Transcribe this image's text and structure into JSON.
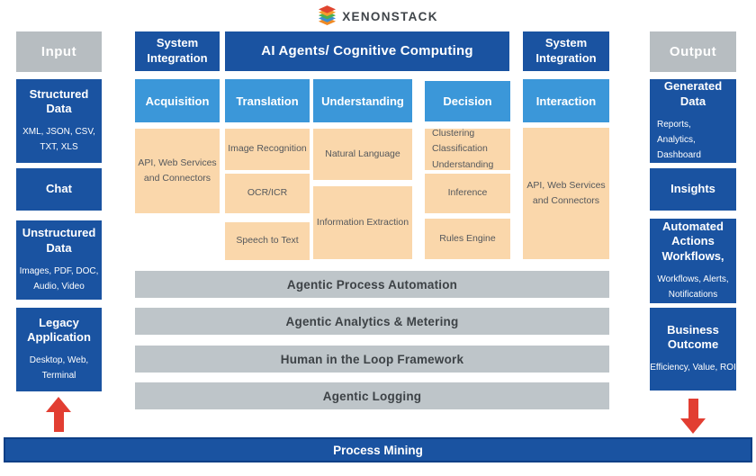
{
  "logo": {
    "brand": "XENONSTACK"
  },
  "colors": {
    "dark_blue": "#1a53a1",
    "light_blue": "#3b97d9",
    "orange": "#fad7ab",
    "gray_header": "#b7bdc1",
    "gray_bar": "#bec5c9",
    "arrow_red": "#e23e32"
  },
  "input": {
    "header": "Input",
    "structured": {
      "title": "Structured Data",
      "subtitle": "XML, JSON, CSV, TXT, XLS"
    },
    "chat": {
      "title": "Chat"
    },
    "unstructured": {
      "title": "Unstructured Data",
      "subtitle": "Images, PDF, DOC, Audio, Video"
    },
    "legacy": {
      "title": "Legacy Application",
      "subtitle": "Desktop, Web, Terminal"
    }
  },
  "output": {
    "header": "Output",
    "generated": {
      "title": "Generated Data",
      "subtitle": "Reports, Analytics, Dashboard"
    },
    "insights": {
      "title": "Insights"
    },
    "automated": {
      "title": "Automated Actions Workflows,",
      "subtitle": "Workflows, Alerts, Notifications"
    },
    "business": {
      "title": "Business Outcome",
      "subtitle": "Efficiency, Value, ROI"
    }
  },
  "core": {
    "system_integration_left": "System Integration",
    "title": "AI Agents/ Cognitive Computing",
    "system_integration_right": "System Integration",
    "stages": [
      {
        "label": "Acquisition"
      },
      {
        "label": "Translation"
      },
      {
        "label": "Understanding"
      },
      {
        "label": "Decision"
      },
      {
        "label": "Interaction"
      }
    ],
    "capabilities": {
      "acquisition": [
        "API, Web Services and Connectors"
      ],
      "translation": [
        "Image Recognition",
        "OCR/ICR",
        "Speech to Text"
      ],
      "understanding": [
        "Natural Language",
        "Information Extraction"
      ],
      "decision": [
        "Clustering Classification Understanding",
        "Inference",
        "Rules Engine"
      ],
      "interaction": [
        "API, Web Services and Connectors"
      ]
    },
    "layers": [
      "Agentic Process Automation",
      "Agentic Analytics & Metering",
      "Human in the Loop Framework",
      "Agentic Logging"
    ]
  },
  "footer": {
    "label": "Process Mining"
  }
}
